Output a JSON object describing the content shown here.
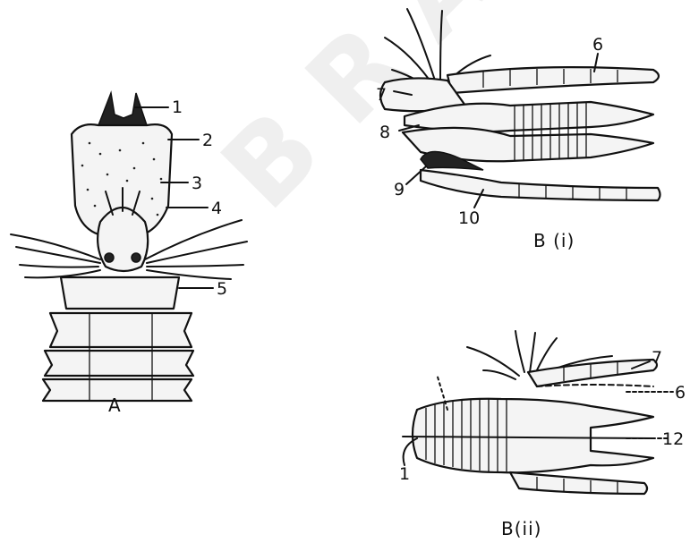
{
  "watermark": "B R A C",
  "figure_a": {
    "caption": "A",
    "labels": [
      "1",
      "2",
      "3",
      "4",
      "5"
    ]
  },
  "figure_b1": {
    "caption": "B (i)",
    "labels": [
      "6",
      "7",
      "8",
      "9",
      "10"
    ]
  },
  "figure_b2": {
    "caption": "B(ii)",
    "labels": [
      "7",
      "6",
      "12",
      "1"
    ]
  }
}
